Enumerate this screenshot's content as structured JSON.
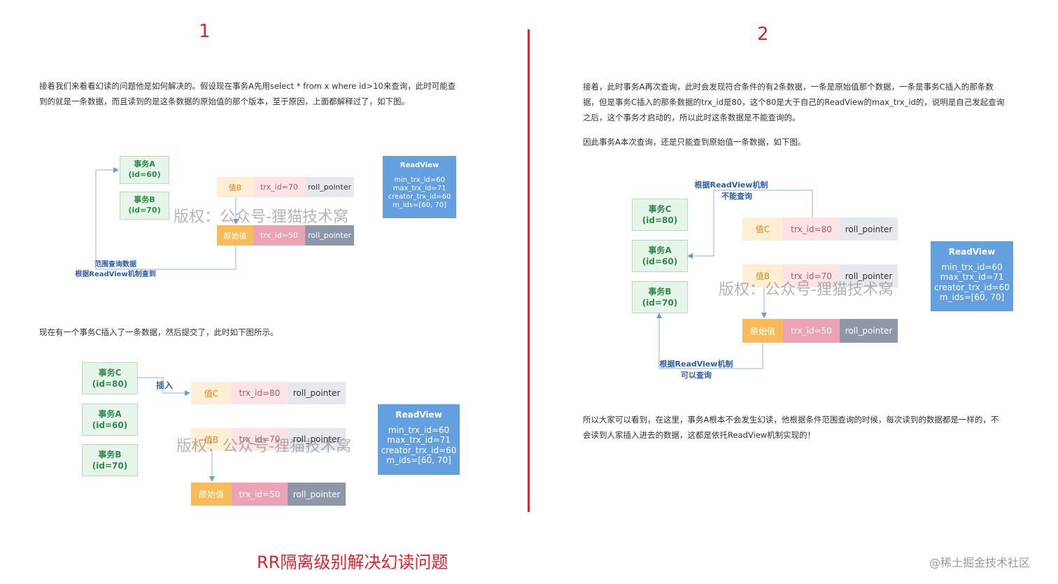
{
  "panel1": {
    "number": "1",
    "para1_line1": "接着我们来看看幻读的问题他是如何解决的。假设现在事务A先用select * from x where id>10来查询，此时可能查",
    "para1_line2": "到的就是一条数据，而且读到的是这条数据的原始值的那个版本，至于原因，上面都解释过了，如下图。",
    "para2": "现在有一个事务C插入了一条数据，然后提交了，此时如下图所示。",
    "d1": {
      "tx_a": [
        "事务A",
        "(id=60)"
      ],
      "tx_b": [
        "事务B",
        "(id=70)"
      ],
      "row_b": [
        "值B",
        "trx_id=70",
        "roll_pointer"
      ],
      "row_orig": [
        "原始值",
        "trx_id=50",
        "roll_pointer"
      ],
      "readview": {
        "title": "ReadView",
        "lines": [
          "min_trx_id=60",
          "max_trx_id=71",
          "creator_trx_id=60",
          "m_ids=[60, 70]"
        ]
      },
      "note": [
        "范围查询数据",
        "根据ReadView机制查到"
      ],
      "watermark": "版权：公众号-狸猫技术窝"
    },
    "d2": {
      "tx_c": [
        "事务C",
        "(id=80)"
      ],
      "tx_a": [
        "事务A",
        "(id=60)"
      ],
      "tx_b": [
        "事务B",
        "(id=70)"
      ],
      "insert_label": "插入",
      "row_c": [
        "值C",
        "trx_id=80",
        "roll_pointer"
      ],
      "row_b": [
        "值B",
        "trx_id=70",
        "roll_pointer"
      ],
      "row_orig": [
        "原始值",
        "trx_id=50",
        "roll_pointer"
      ],
      "readview": {
        "title": "ReadView",
        "lines": [
          "min_trx_id=60",
          "max_trx_id=71",
          "creator_trx_id=60",
          "m_ids=[60, 70]"
        ]
      },
      "watermark": "版权：公众号-狸猫技术窝"
    }
  },
  "panel2": {
    "number": "2",
    "para1_line1": "接着，此时事务A再次查询，此时会发现符合条件的有2条数据，一条是原始值那个数据，一条是事务C插入的那条数",
    "para1_line2": "据，但是事务C插入的那条数据的trx_id是80，这个80是大于自己的ReadView的max_trx_id的，说明是自己发起查询",
    "para1_line3": "之后，这个事务才启动的，所以此时这条数据是不能查询的。",
    "para2": "因此事务A本次查询，还是只能查到原始值一条数据，如下图。",
    "para3_line1": "所以大家可以看到，在这里，事务A根本不会发生幻读，他根据条件范围查询的时候，每次读到的数据都是一样的，不",
    "para3_line2": "会读到人家插入进去的数据，这都是依托ReadView机制实现的！",
    "d3": {
      "tx_c": [
        "事务C",
        "(id=80)"
      ],
      "tx_a": [
        "事务A",
        "(id=60)"
      ],
      "tx_b": [
        "事务B",
        "(id=70)"
      ],
      "row_c": [
        "值C",
        "trx_id=80",
        "roll_pointer"
      ],
      "row_b": [
        "值B",
        "trx_id=70",
        "roll_pointer"
      ],
      "row_orig": [
        "原始值",
        "trx_id=50",
        "roll_pointer"
      ],
      "readview": {
        "title": "ReadView",
        "lines": [
          "min_trx_id=60",
          "max_trx_id=71",
          "creator_trx_id=60",
          "m_ids=[60, 70]"
        ]
      },
      "note_top": [
        "根据ReadView机制",
        "不能查询"
      ],
      "note_bottom": [
        "根据ReadView机制",
        "可以查询"
      ],
      "watermark": "版权：公众号-狸猫技术窝"
    }
  },
  "caption": "RR隔离级别解决幻读问题",
  "site_watermark": "@稀土掘金技术社区",
  "colors": {
    "accent_red": "#e0242b",
    "readview_blue": "#64a0e0",
    "tx_green": "#2f8a4c",
    "note_blue": "#2d5fa8"
  }
}
